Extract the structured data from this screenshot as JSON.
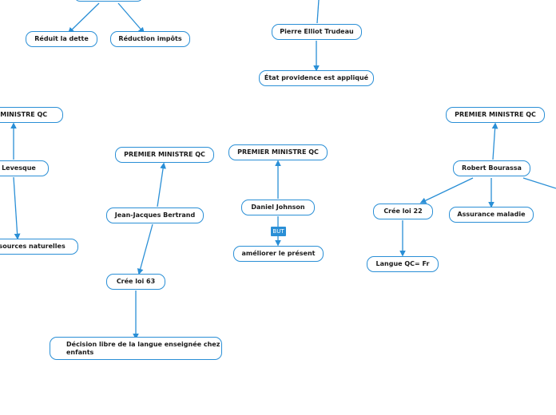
{
  "nodes": {
    "reduit_dette": "Réduit la dette",
    "reduction_impots": "Réduction impôts",
    "trudeau": "Pierre Elliot Trudeau",
    "etat_providence": "État providence est appliqué",
    "pm_qc_left": "ER MINISTRE QC",
    "levesque": "né Levesque",
    "ressources": "ressources naturelles",
    "pm_qc_bertrand": "PREMIER MINISTRE QC",
    "bertrand": "Jean-Jacques Bertrand",
    "loi63": "Crée loi 63",
    "decision": "Décision libre de la langue enseignée chez enfants",
    "pm_qc_johnson": "PREMIER MINISTRE QC",
    "johnson": "Daniel Johnson",
    "ameliorer": "améliorer le présent",
    "pm_qc_bourassa": "PREMIER MINISTRE QC",
    "bourassa": "Robert Bourassa",
    "loi22": "Crée loi 22",
    "assurance": "Assurance maladie",
    "langue_qc": "Langue QC= Fr"
  },
  "tags": {
    "but": "BUT"
  },
  "colors": {
    "accent": "#2a8fd6",
    "text": "#1a1a1a",
    "background": "#ffffff"
  }
}
